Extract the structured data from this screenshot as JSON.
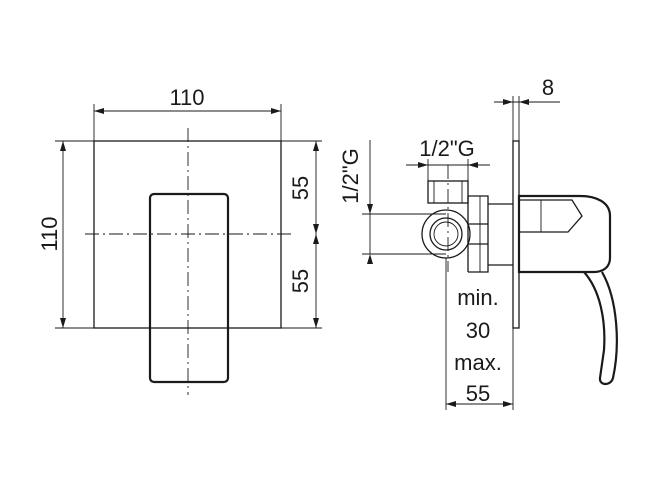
{
  "front_view": {
    "width_label": "110",
    "height_label": "110",
    "upper_half_label": "55",
    "lower_half_label": "55"
  },
  "side_view": {
    "plate_thickness_label": "8",
    "thread_top_label": "1/2\"G",
    "thread_side_label": "1/2\"G",
    "depth_labels": [
      "min.",
      "30",
      "max.",
      "55"
    ]
  }
}
